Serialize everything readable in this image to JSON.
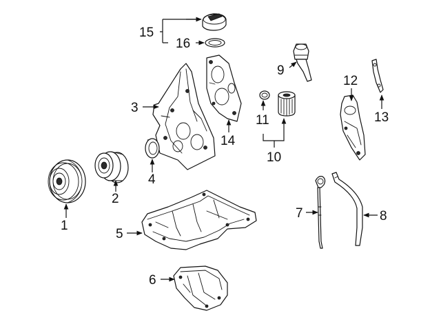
{
  "callouts": {
    "c1": "1",
    "c2": "2",
    "c3": "3",
    "c4": "4",
    "c5": "5",
    "c6": "6",
    "c7": "7",
    "c8": "8",
    "c9": "9",
    "c10": "10",
    "c11": "11",
    "c12": "12",
    "c13": "13",
    "c14": "14",
    "c15": "15",
    "c16": "16"
  },
  "colors": {
    "line": "#111111",
    "background": "#ffffff",
    "shade": "#9a9a9a"
  }
}
